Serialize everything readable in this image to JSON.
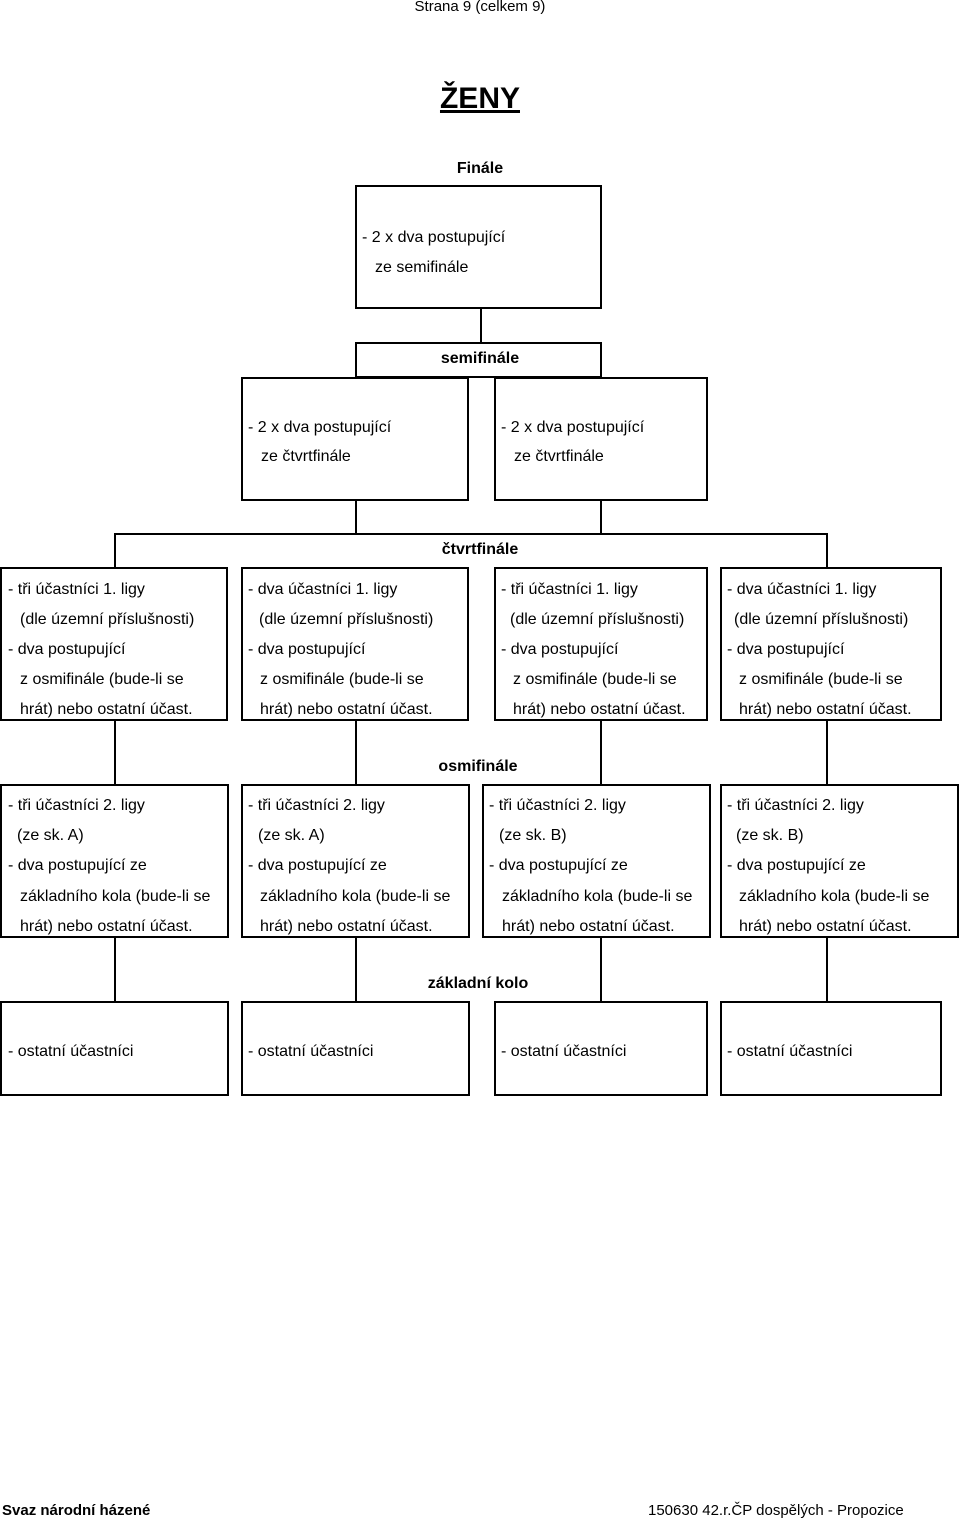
{
  "header": {
    "page_number": "Strana 9 (celkem 9)"
  },
  "title": "ŽENY",
  "final": {
    "heading": "Finále",
    "lines": [
      "- 2 x dva postupující",
      "ze semifinále"
    ]
  },
  "semifinal": {
    "heading": "semifinále",
    "boxes": [
      {
        "lines": [
          "- 2 x dva postupující",
          "ze čtvrtfinále"
        ]
      },
      {
        "lines": [
          "- 2 x dva postupující",
          "ze čtvrtfinále"
        ]
      }
    ]
  },
  "quarterfinal": {
    "heading": "čtvrtfinále",
    "boxes": [
      {
        "lines": [
          "- tři účastníci 1. ligy",
          "(dle územní příslušnosti)",
          "- dva postupující",
          "z osmifinále (bude-li se",
          "hrát) nebo ostatní účast."
        ]
      },
      {
        "lines": [
          "- dva účastníci 1. ligy",
          "(dle územní příslušnosti)",
          "- dva postupující",
          "z osmifinále (bude-li se",
          "hrát) nebo ostatní účast."
        ]
      },
      {
        "lines": [
          "- tři účastníci 1. ligy",
          "(dle územní příslušnosti)",
          "- dva postupující",
          "z osmifinále (bude-li se",
          "hrát) nebo ostatní účast."
        ]
      },
      {
        "lines": [
          "- dva účastníci 1. ligy",
          "(dle územní příslušnosti)",
          "- dva postupující",
          "z osmifinále (bude-li se",
          "hrát) nebo ostatní účast."
        ]
      }
    ]
  },
  "round_of_16": {
    "heading": "osmifinále",
    "boxes": [
      {
        "lines": [
          "- tři účastníci 2. ligy",
          "(ze sk. A)",
          "- dva postupující ze",
          "základního kola (bude-li se",
          "hrát) nebo ostatní účast."
        ]
      },
      {
        "lines": [
          "- tři účastníci 2. ligy",
          "(ze sk. A)",
          "- dva postupující ze",
          "základního kola (bude-li se",
          "hrát) nebo ostatní účast."
        ]
      },
      {
        "lines": [
          "- tři účastníci 2. ligy",
          "(ze sk. B)",
          "- dva postupující ze",
          "základního kola (bude-li se",
          "hrát) nebo ostatní účast."
        ]
      },
      {
        "lines": [
          "- tři účastníci 2. ligy",
          "(ze sk. B)",
          "- dva postupující ze",
          "základního kola (bude-li se",
          "hrát) nebo ostatní účast."
        ]
      }
    ]
  },
  "base_round": {
    "heading": "základní kolo",
    "boxes": [
      {
        "lines": [
          "- ostatní účastníci"
        ]
      },
      {
        "lines": [
          "- ostatní účastníci"
        ]
      },
      {
        "lines": [
          "- ostatní účastníci"
        ]
      },
      {
        "lines": [
          "- ostatní účastníci"
        ]
      }
    ]
  },
  "footer": {
    "left": "Svaz národní házené",
    "right": "150630 42.r.ČP dospělých - Propozice"
  }
}
